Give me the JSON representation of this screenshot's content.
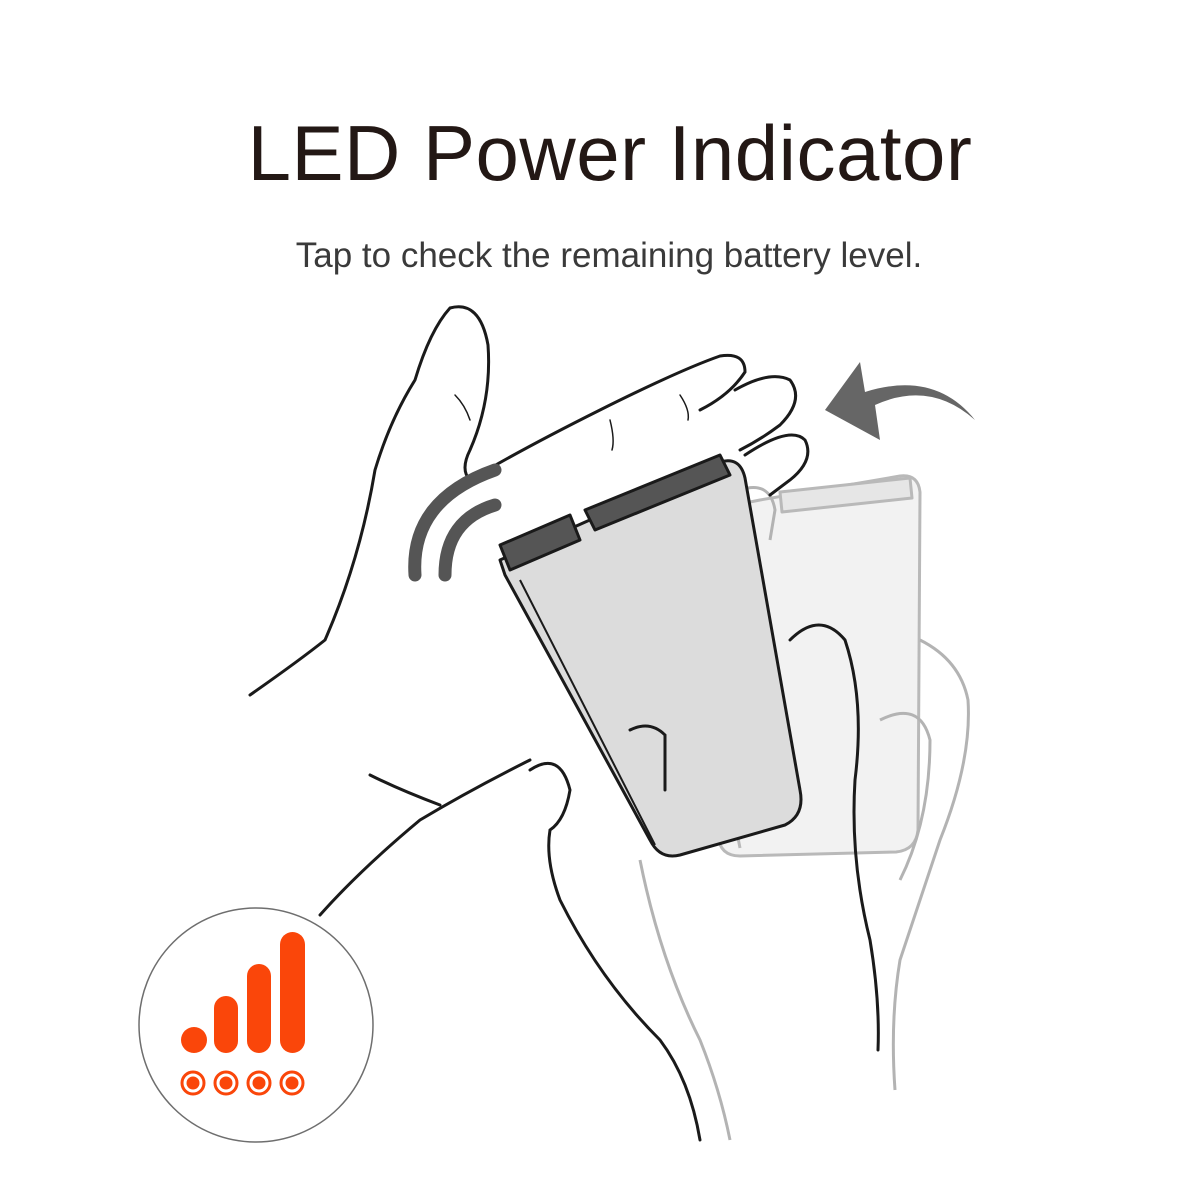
{
  "header": {
    "title": "LED Power Indicator",
    "subtitle": "Tap to check the remaining battery level."
  },
  "indicator": {
    "icon": "signal-bars-icon",
    "led_count": 4,
    "leds_lit": 4,
    "accent_color": "#FA460A"
  },
  "illustration": {
    "icons": [
      "hand-icon",
      "power-bank-icon",
      "tap-motion-icon",
      "arrow-curved-icon"
    ]
  }
}
